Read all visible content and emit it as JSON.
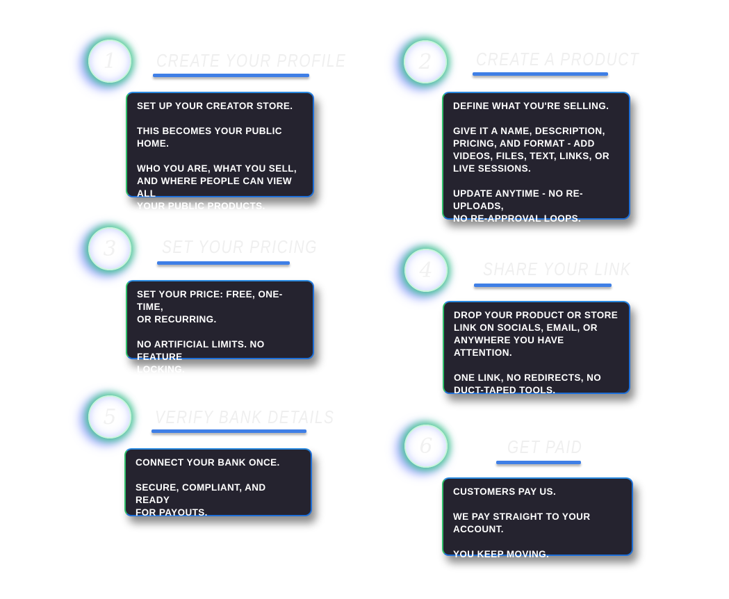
{
  "steps": [
    {
      "number": "1",
      "title": "Create your profile",
      "paragraphs": [
        "Set up your creator store.",
        "This becomes your public home.",
        "Who you are, what you sell,\nand where people can view all\nyour public products."
      ]
    },
    {
      "number": "2",
      "title": "Create a product",
      "paragraphs": [
        "Define what you're selling.",
        "Give it a name, description,\npricing, and format - add\nvideos, files, text, links, or\nlive sessions.",
        "Update anytime - no re-uploads,\nno re-approval loops."
      ]
    },
    {
      "number": "3",
      "title": "Set your pricing",
      "paragraphs": [
        "Set your price: free, one-time,\nor recurring.",
        "No artificial limits. No feature\nlocking."
      ]
    },
    {
      "number": "4",
      "title": "Share your link",
      "paragraphs": [
        "Drop your product or store\nlink on socials, email, or\nanywhere you have attention.",
        "One link, no redirects, no\nduct-taped tools."
      ]
    },
    {
      "number": "5",
      "title": "Verify bank details",
      "paragraphs": [
        "Connect your bank once.",
        "Secure, compliant, and ready\nfor payouts."
      ]
    },
    {
      "number": "6",
      "title": "Get paid",
      "paragraphs": [
        "Customers pay us.",
        "We pay straight to your account.",
        "You keep moving."
      ]
    }
  ]
}
